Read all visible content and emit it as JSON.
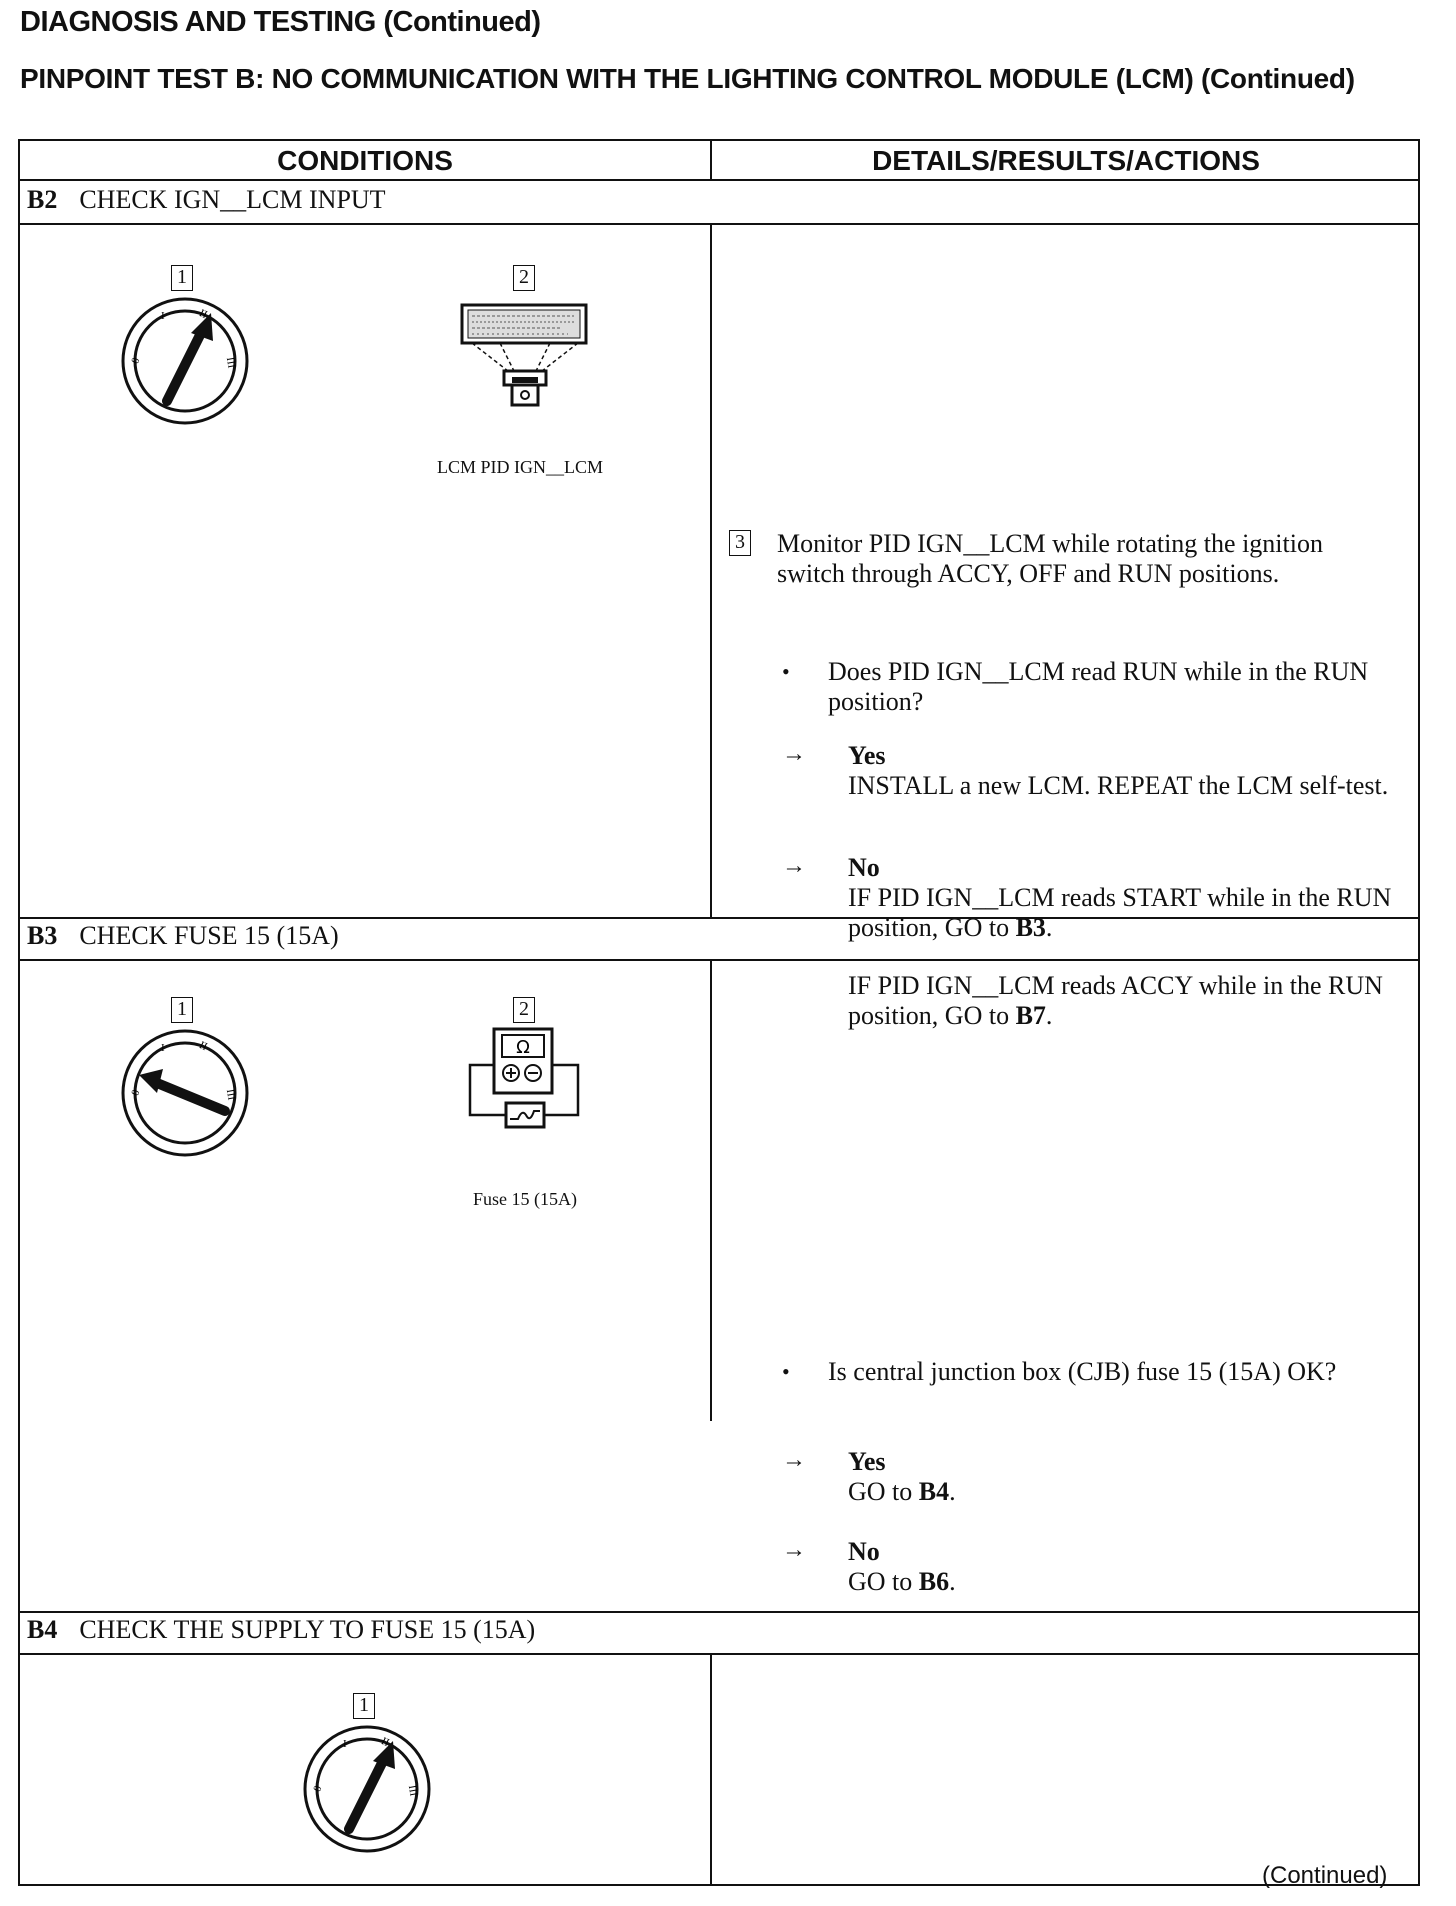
{
  "header": {
    "title": "DIAGNOSIS AND TESTING (Continued)",
    "subtitle": "PINPOINT TEST B: NO COMMUNICATION WITH THE LIGHTING CONTROL MODULE (LCM) (Continued)"
  },
  "table": {
    "col_conditions": "CONDITIONS",
    "col_details": "DETAILS/RESULTS/ACTIONS"
  },
  "steps": {
    "b2": {
      "id": "B2",
      "title": "CHECK IGN__LCM INPUT",
      "n1": "1",
      "n2": "2",
      "n3": "3",
      "caption": "LCM PID IGN__LCM",
      "instruction": "Monitor PID IGN__LCM while rotating the ignition switch through ACCY, OFF and RUN positions.",
      "question": "Does PID IGN__LCM read RUN while in the RUN position?",
      "yes_label": "Yes",
      "yes_action": "INSTALL a new LCM. REPEAT the LCM self-test.",
      "no_label": "No",
      "no_action1_pre": "IF PID IGN__LCM reads START while in the RUN position, GO to ",
      "no_action1_ref": "B3",
      "no_action2_pre": "IF PID IGN__LCM reads ACCY while in the RUN position, GO to ",
      "no_action2_ref": "B7",
      "period": "."
    },
    "b3": {
      "id": "B3",
      "title": "CHECK FUSE 15 (15A)",
      "n1": "1",
      "n2": "2",
      "ohm": "Ω",
      "caption": "Fuse 15 (15A)",
      "question": "Is central junction box (CJB) fuse 15 (15A) OK?",
      "yes_label": "Yes",
      "yes_action_pre": "GO to ",
      "yes_action_ref": "B4",
      "no_label": "No",
      "no_action_pre": "GO to ",
      "no_action_ref": "B6",
      "period": "."
    },
    "b4": {
      "id": "B4",
      "title": "CHECK THE SUPPLY TO FUSE 15 (15A)",
      "n1": "1"
    }
  },
  "symbols": {
    "bullet": "•",
    "arrow": "→"
  },
  "footer": "(Continued)"
}
